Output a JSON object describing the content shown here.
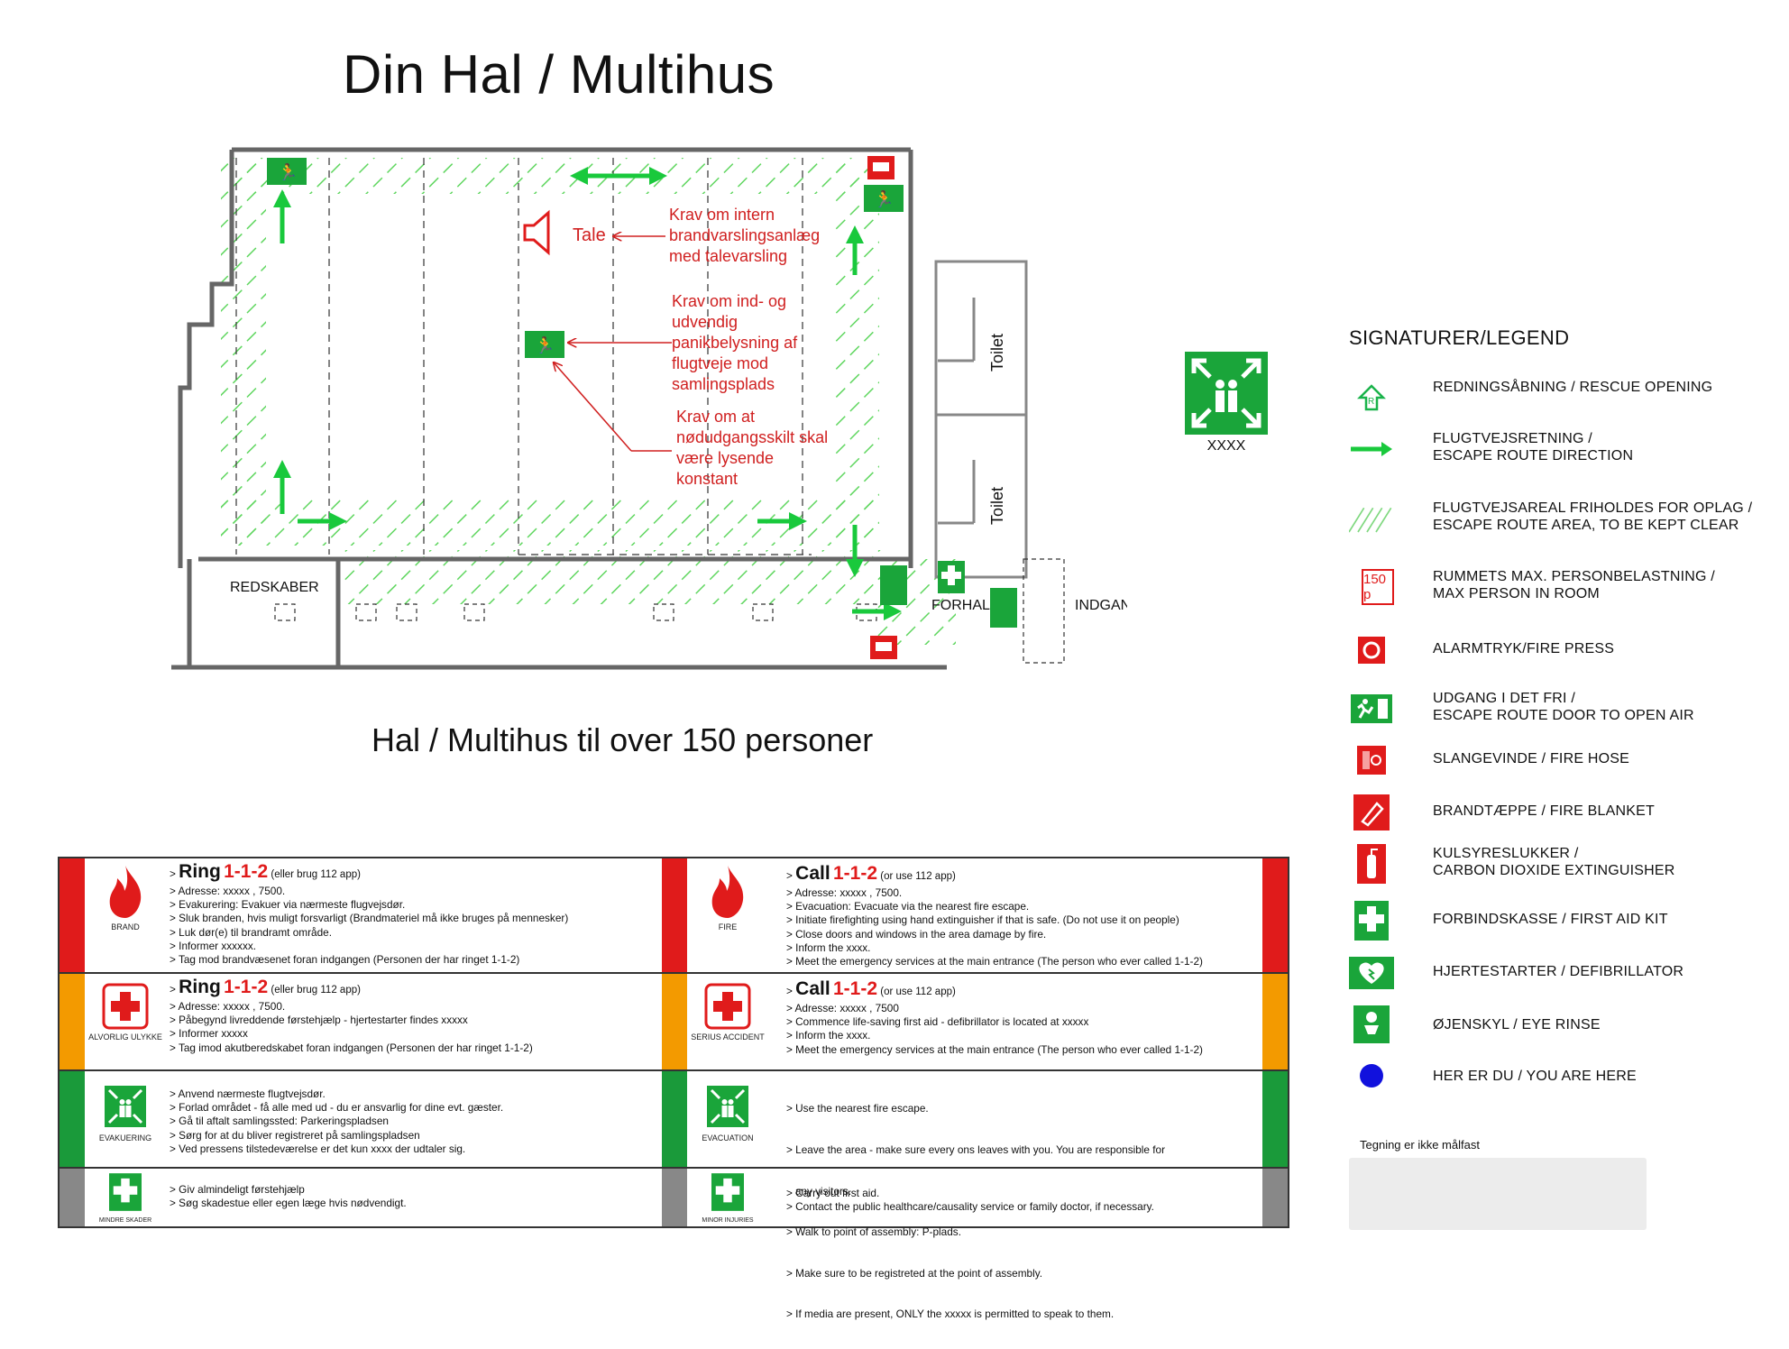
{
  "title": "Din Hal / Multihus",
  "subtitle": "Hal / Multihus til over 150 personer",
  "plan": {
    "annotations": {
      "tale": "Tale",
      "note1": [
        "Krav om intern",
        "brandvarslingsanlæg",
        "med talevarsling"
      ],
      "note2": [
        "Krav om ind- og",
        "udvendig",
        "panikbelysning af",
        "flugtveje mod",
        "samlingsplads"
      ],
      "note3": [
        "Krav om at",
        "nødudgangsskilt skal",
        "være lysende",
        "konstant"
      ]
    },
    "rooms": {
      "redskaber": "REDSKABER",
      "toilet1": "Toilet",
      "toilet2": "Toilet",
      "forhal": "FORHAL",
      "indgang": "INDGANG"
    }
  },
  "assembly": {
    "label": "XXXX"
  },
  "legend": {
    "title": "SIGNATURER/LEGEND",
    "items": [
      {
        "icon": "rescue-opening-icon",
        "line1": "REDNINGSÅBNING / RESCUE OPENING",
        "line2": ""
      },
      {
        "icon": "escape-arrow-icon",
        "line1": "FLUGTVEJSRETNING /",
        "line2": "ESCAPE ROUTE DIRECTION"
      },
      {
        "icon": "hatch-area-icon",
        "line1": "FLUGTVEJSAREAL FRIHOLDES FOR OPLAG /",
        "line2": "ESCAPE ROUTE AREA, TO BE KEPT CLEAR"
      },
      {
        "icon": "max-person-icon",
        "badge": "150 p",
        "line1": "RUMMETS MAX. PERSONBELASTNING /",
        "line2": "MAX PERSON IN ROOM"
      },
      {
        "icon": "fire-alarm-icon",
        "line1": "ALARMTRYK/FIRE PRESS",
        "line2": ""
      },
      {
        "icon": "exit-door-icon",
        "line1": "UDGANG I DET FRI /",
        "line2": "ESCAPE ROUTE DOOR TO OPEN AIR"
      },
      {
        "icon": "fire-hose-icon",
        "line1": "SLANGEVINDE / FIRE HOSE",
        "line2": ""
      },
      {
        "icon": "fire-blanket-icon",
        "line1": "BRANDTÆPPE / FIRE BLANKET",
        "line2": ""
      },
      {
        "icon": "extinguisher-icon",
        "line1": "KULSYRESLUKKER /",
        "line2": "CARBON DIOXIDE EXTINGUISHER"
      },
      {
        "icon": "first-aid-icon",
        "line1": "FORBINDSKASSE / FIRST AID KIT",
        "line2": ""
      },
      {
        "icon": "defibrillator-icon",
        "line1": "HJERTESTARTER / DEFIBRILLATOR",
        "line2": ""
      },
      {
        "icon": "eye-rinse-icon",
        "line1": "ØJENSKYL / EYE RINSE",
        "line2": ""
      },
      {
        "icon": "you-are-here-icon",
        "line1": "HER ER DU / YOU ARE HERE",
        "line2": ""
      }
    ],
    "note": "Tegning er ikke målfast"
  },
  "colors": {
    "green": "#19b34a",
    "red": "#e01b1b",
    "orange": "#f39a00",
    "hatch": "#5fd65f",
    "gray": "#888888"
  },
  "table": {
    "rows": [
      {
        "left": {
          "icon_label": "BRAND",
          "call": "Ring",
          "num": "1-1-2",
          "note": "(eller brug 112 app)",
          "lines": [
            "> Adresse: xxxxx , 7500.",
            "> Evakurering: Evakuer via nærmeste flugvejsdør.",
            "> Sluk branden, hvis muligt forsvarligt (Brandmateriel må ikke bruges på mennesker)",
            "> Luk dør(e) til brandramt område.",
            "> Informer xxxxxx.",
            "> Tag mod brandvæsenet foran indgangen (Personen der har ringet 1-1-2)"
          ]
        },
        "right": {
          "icon_label": "FIRE",
          "call": "Call",
          "num": "1-1-2",
          "note": "(or use 112 app)",
          "lines": [
            "> Adresse: xxxxx , 7500.",
            "> Evacuation: Evacuate via the nearest fire escape.",
            "> Initiate firefighting using hand extinguisher if that is safe. (Do not use it on people)",
            "> Close doors and windows in the area damage by fire.",
            "> Inform the xxxx.",
            "> Meet the emergency services at the main entrance (The person who ever called 1-1-2)"
          ]
        }
      },
      {
        "left": {
          "icon_label": "ALVORLIG ULYKKE",
          "call": "Ring",
          "num": "1-1-2",
          "note": "(eller brug 112 app)",
          "lines": [
            "> Adresse: xxxxx , 7500.",
            "> Påbegynd livreddende førstehjælp - hjertestarter findes xxxxx",
            "> Informer xxxxx",
            "> Tag imod akutberedskabet foran indgangen (Personen der har ringet 1-1-2)"
          ]
        },
        "right": {
          "icon_label": "SERIUS ACCIDENT",
          "call": "Call",
          "num": "1-1-2",
          "note": "(or use 112 app)",
          "lines": [
            "> Adresse: xxxxx , 7500",
            "> Commence life-saving first aid - defibrillator is located at xxxxx",
            "> Inform the xxxx.",
            "> Meet the emergency services at the main entrance (The person who ever called 1-1-2)"
          ]
        }
      },
      {
        "left": {
          "icon_label": "EVAKUERING",
          "lines": [
            "> Anvend nærmeste flugtvejsdør.",
            "> Forlad området - få alle med ud - du er ansvarlig for dine evt. gæster.",
            "> Gå til aftalt samlingssted: Parkeringspladsen",
            "> Sørg for at du bliver registreret på samlingspladsen",
            "> Ved pressens tilstedeværelse er det kun xxxx der udtaler sig."
          ]
        },
        "right": {
          "icon_label": "EVACUATION",
          "lines": [
            "> Use the nearest fire escape.",
            "> Leave the area - make sure every ons leaves with you. You are responsible for",
            "   any visitors.",
            "> Walk to point of assembly: P-plads.",
            "> Make sure to be registreted at the point of assembly.",
            "> If media are present, ONLY the xxxxx is permitted to speak to them."
          ]
        }
      },
      {
        "left": {
          "icon_label": "MINDRE SKADER",
          "lines": [
            "> Giv almindeligt førstehjælp",
            "> Søg skadestue eller egen læge hvis nødvendigt."
          ]
        },
        "right": {
          "icon_label": "MINOR INJURIES",
          "lines": [
            "> Carry out first aid.",
            "> Contact the public healthcare/causality service or family doctor, if necessary."
          ]
        }
      }
    ]
  }
}
